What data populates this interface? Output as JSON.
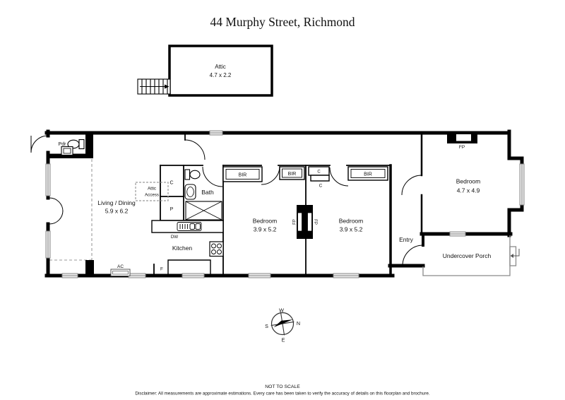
{
  "title": "44 Murphy Street, Richmond",
  "attic": {
    "label": "Attic",
    "dims": "4.7 x 2.2"
  },
  "rooms": {
    "living": {
      "label": "Living / Dining",
      "dims": "5.9 x 6.2"
    },
    "bedroom1": {
      "label": "Bedroom",
      "dims": "3.9 x 5.2"
    },
    "bedroom2": {
      "label": "Bedroom",
      "dims": "3.9 x 5.2"
    },
    "bedroom3": {
      "label": "Bedroom",
      "dims": "4.7 x 4.9"
    },
    "bath": {
      "label": "Bath"
    },
    "kitchen": {
      "label": "Kitchen"
    },
    "entry": {
      "label": "Entry"
    },
    "powder": {
      "label": "Pdr"
    },
    "porch": {
      "label": "Undercover Porch"
    }
  },
  "labels": {
    "bir": "BIR",
    "cupboard": "C",
    "pantry": "P",
    "fireplace": "FP",
    "attic_access_line1": "Attic",
    "attic_access_line2": "Access",
    "dishwasher": "DW",
    "fridge": "F",
    "aircon": "AC"
  },
  "compass": {
    "north": "N",
    "south": "S",
    "east": "E",
    "west": "W"
  },
  "footer": {
    "scale": "NOT TO SCALE",
    "disclaimer": "Disclaimer: All measurements are approximate estimations. Every care has been taken to verify the accuracy of details on this floorplan and brochure."
  },
  "colors": {
    "wall": "#000000",
    "window_fill": "#ececec",
    "window_edge": "#888888",
    "porch_outline": "#8a8a8a",
    "dashed": "#9a9a9a",
    "background": "#ffffff"
  }
}
